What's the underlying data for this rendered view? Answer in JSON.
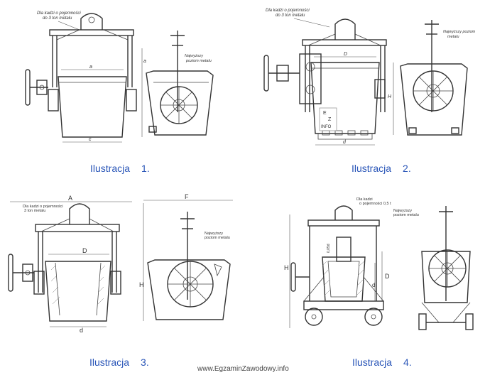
{
  "figures": [
    {
      "caption_word": "Ilustracja",
      "caption_num": "1.",
      "capacity_note": [
        "Dla kadzi o pojemności",
        "do 3 ton metalu"
      ],
      "level_note": [
        "Najwyższy",
        "poziom metalu"
      ],
      "dim_top": "a",
      "dim_bottom": "c",
      "dim_height": "a"
    },
    {
      "caption_word": "Ilustracja",
      "caption_num": "2.",
      "capacity_note": [
        "Dla kadzi o pojemności",
        "do 3 ton metalu"
      ],
      "level_note": [
        "Najwyższy poziom",
        "metalu"
      ],
      "dim_top": "D",
      "dim_bottom": "d",
      "dim_height": "H"
    },
    {
      "caption_word": "Ilustracja",
      "caption_num": "3.",
      "capacity_note": [
        "Dla kadzi o pojemności",
        "3 ton metalu"
      ],
      "level_note": [
        "Najwyższy",
        "poziom metalu"
      ],
      "dim_top": "A",
      "dim_mid": "D",
      "dim_bottom": "d",
      "dim_height": "H",
      "dim_side": "F"
    },
    {
      "caption_word": "Ilustracja",
      "caption_num": "4.",
      "capacity_note": [
        "Dla kadzi",
        "o pojemności 0,5 t"
      ],
      "level_note": [
        "Najwyższy",
        "poziom metalu"
      ],
      "dim_height": "H",
      "dim_mid": "D",
      "dim_small": "d",
      "dim_gap": "0,05d"
    }
  ],
  "watermark": [
    "E",
    "Z",
    "INFO"
  ],
  "footer": "www.EgzaminZawodowy.info"
}
